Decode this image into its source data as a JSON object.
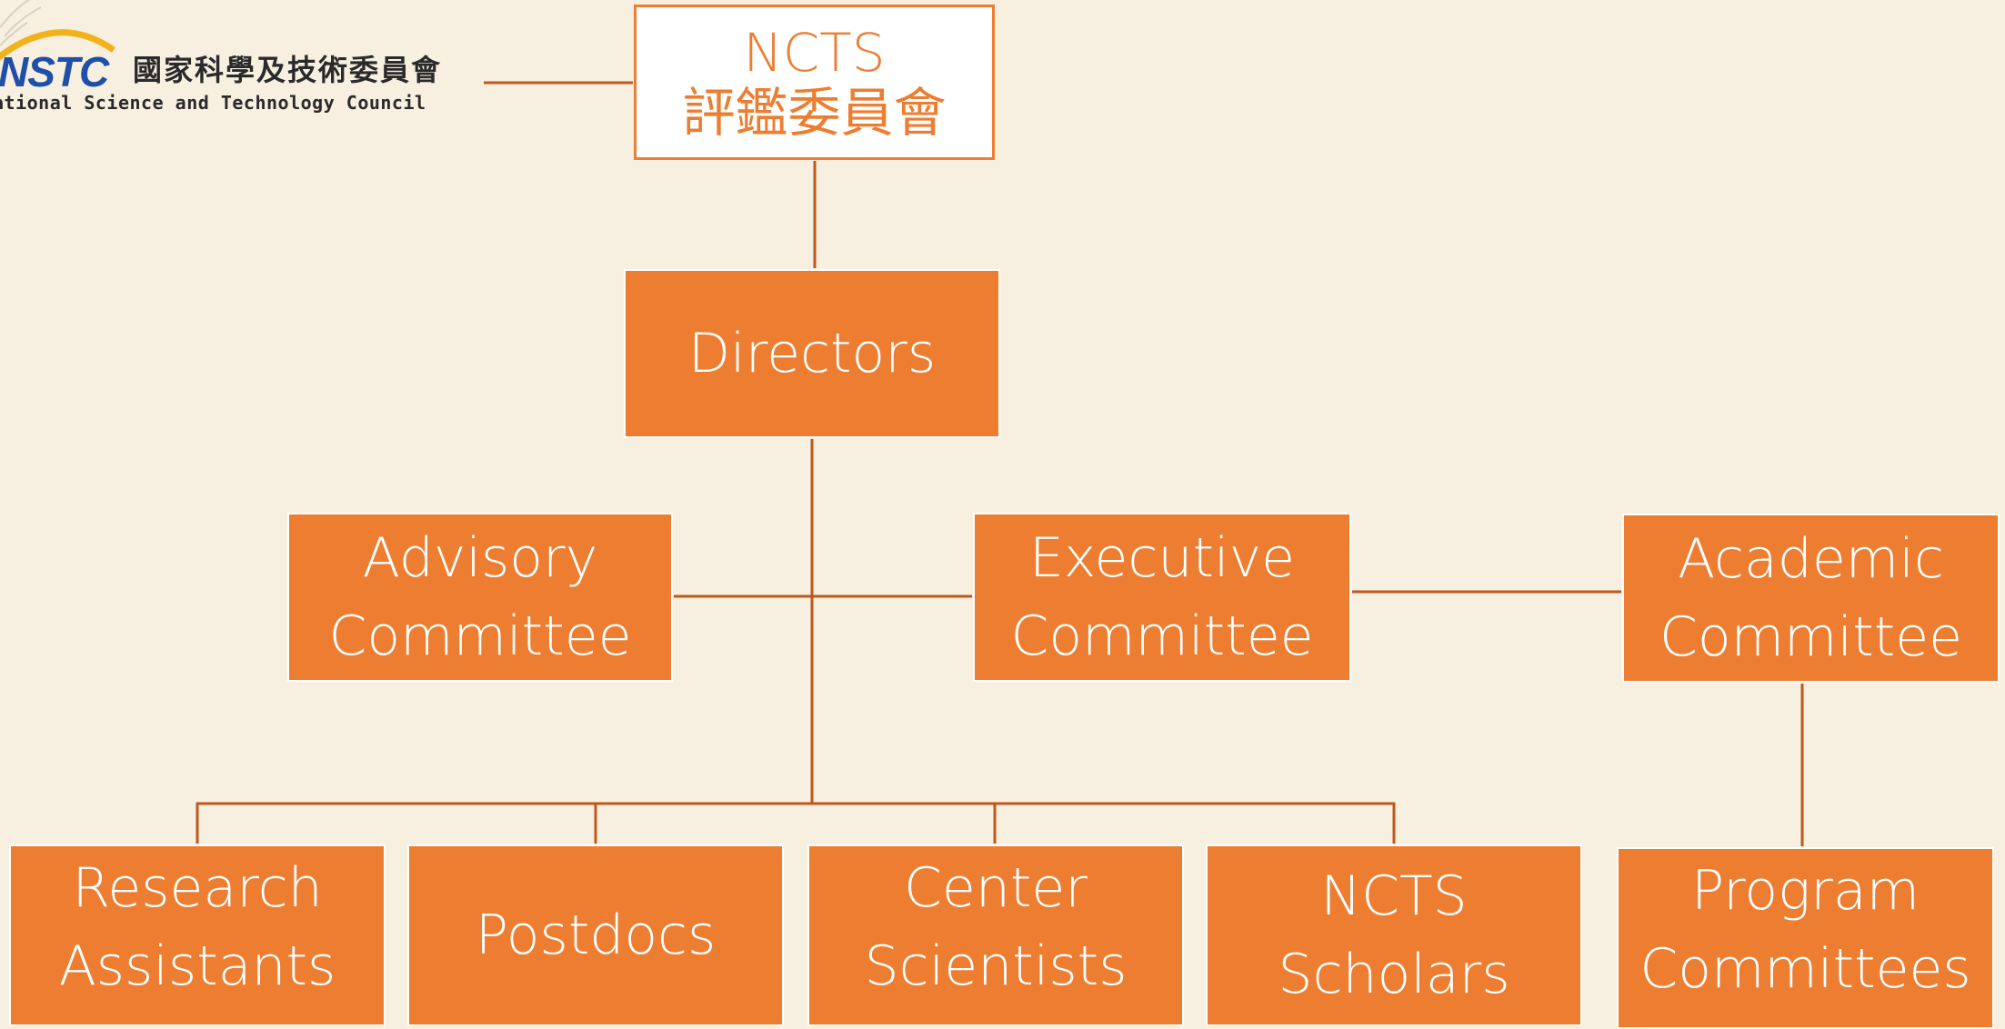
{
  "logo": {
    "short_name": "NSTC",
    "chinese_name": "國家科學及技術委員會",
    "english_name": "ational Science and Technology Council"
  },
  "nodes": {
    "ncts": {
      "line1": "NCTS",
      "line2": "評鑑委員會"
    },
    "directors": {
      "line1": "Directors"
    },
    "advisory": {
      "line1": "Advisory",
      "line2": "Committee"
    },
    "executive": {
      "line1": "Executive",
      "line2": "Committee"
    },
    "academic": {
      "line1": "Academic",
      "line2": "Committee"
    },
    "research_assistants": {
      "line1": "Research",
      "line2": "Assistants"
    },
    "postdocs": {
      "line1": "Postdocs"
    },
    "center_scientists": {
      "line1": "Center",
      "line2": "Scientists"
    },
    "ncts_scholars": {
      "line1": "NCTS Scholars"
    },
    "program_committees": {
      "line1": "Program",
      "line2": "Committees"
    }
  },
  "colors": {
    "background": "#f7efe0",
    "box_fill": "#ed7d31",
    "box_text": "#ffffff",
    "connector": "#c0581c",
    "top_box_border": "#ed7d31",
    "logo_blue": "#1f4fa8",
    "logo_swoosh": "#f2b21c"
  }
}
